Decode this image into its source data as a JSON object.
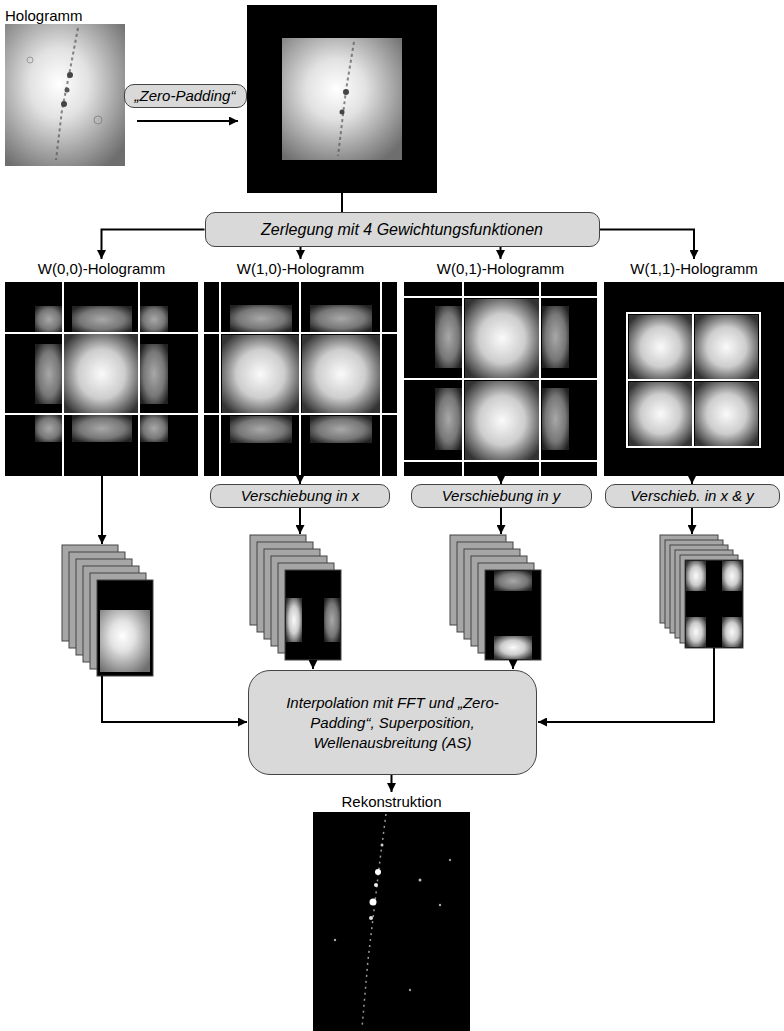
{
  "diagram": {
    "nodes": [
      {
        "text": [
          "Hologramm"
        ]
      },
      {
        "text": [
          "„Zero-Padding“"
        ]
      },
      {
        "text": [
          "Zerlegung mit 4 Gewichtungsfunktionen"
        ]
      },
      {
        "text": [
          "W(0,0)-Hologramm"
        ]
      },
      {
        "text": [
          "W(1,0)-Hologramm"
        ]
      },
      {
        "text": [
          "W(0,1)-Hologramm"
        ]
      },
      {
        "text": [
          "W(1,1)-Hologramm"
        ]
      },
      {
        "text": [
          "Verschiebung in x"
        ]
      },
      {
        "text": [
          "Verschiebung in y"
        ]
      },
      {
        "text": [
          "Verschieb. in x & y"
        ]
      },
      {
        "text": [
          "Interpolation mit FFT und „Zero-Padding“, Superposition, Wellenausbreitung (AS)"
        ]
      },
      {
        "text": [
          "Rekonstruktion"
        ]
      }
    ],
    "edges": [
      {
        "from": 2,
        "to": 3,
        "arrow": "to"
      },
      {
        "from": 2,
        "to": 4,
        "arrow": "to"
      },
      {
        "from": 2,
        "to": 5,
        "arrow": "to"
      },
      {
        "from": 2,
        "to": 6,
        "arrow": "to"
      },
      {
        "from": 4,
        "to": 7,
        "arrow": "to"
      },
      {
        "from": 5,
        "to": 8,
        "arrow": "to"
      },
      {
        "from": 6,
        "to": 9,
        "arrow": "to"
      },
      {
        "from": 10,
        "to": 11,
        "arrow": "to"
      }
    ]
  }
}
